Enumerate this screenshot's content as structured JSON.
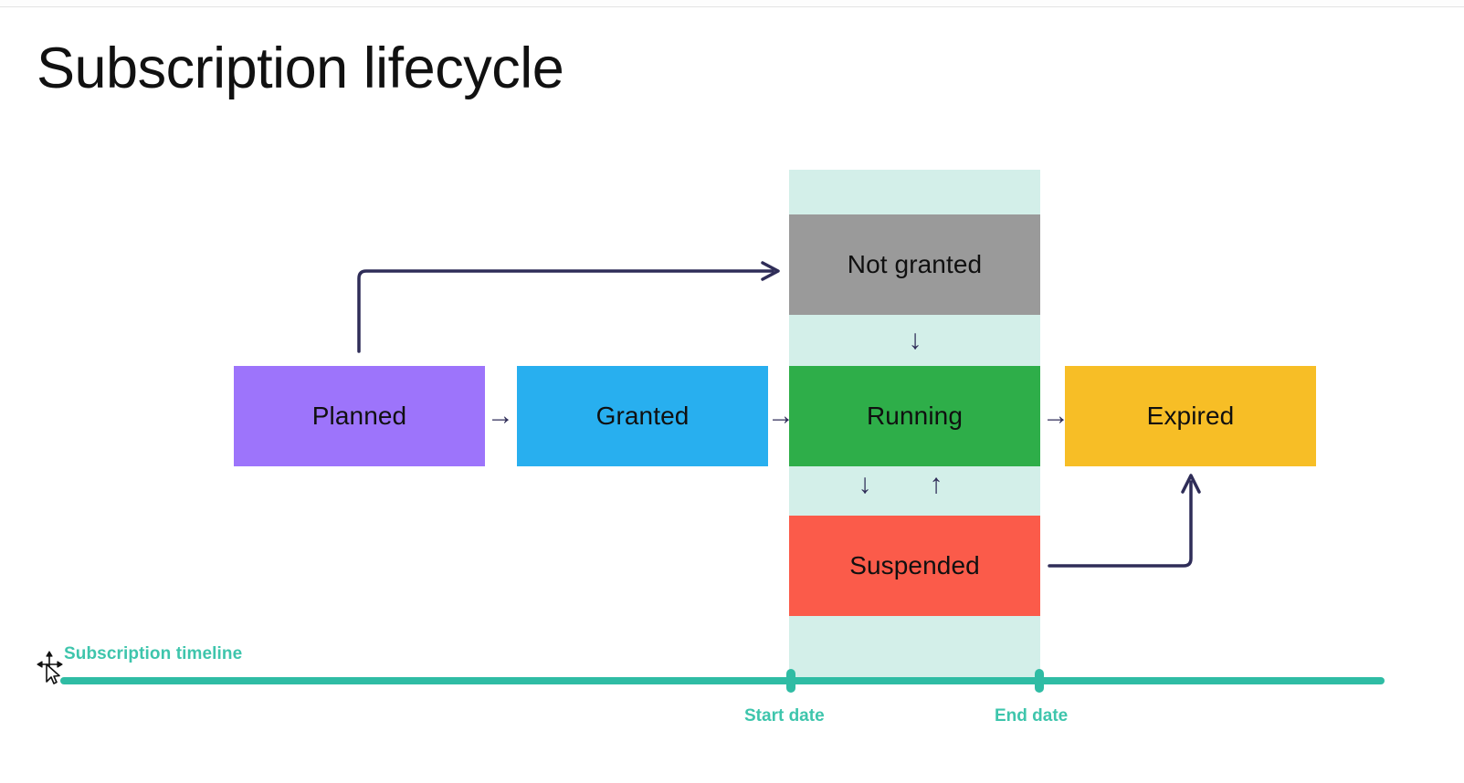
{
  "page": {
    "title": "Subscription lifecycle"
  },
  "diagram": {
    "type": "state-flow",
    "nodes": [
      {
        "id": "planned",
        "label": "Planned",
        "color": "#9d74fb",
        "column": 1,
        "row": "middle"
      },
      {
        "id": "granted",
        "label": "Granted",
        "color": "#28afef",
        "column": 2,
        "row": "middle"
      },
      {
        "id": "not-granted",
        "label": "Not granted",
        "color": "#9a9a9a",
        "column": 3,
        "row": "top"
      },
      {
        "id": "running",
        "label": "Running",
        "color": "#2eae49",
        "column": 3,
        "row": "middle"
      },
      {
        "id": "suspended",
        "label": "Suspended",
        "color": "#fb5b4a",
        "column": 3,
        "row": "bottom"
      },
      {
        "id": "expired",
        "label": "Expired",
        "color": "#f7be26",
        "column": 4,
        "row": "middle"
      }
    ],
    "edges": [
      {
        "from": "planned",
        "to": "granted",
        "glyph": "→",
        "style": "straight"
      },
      {
        "from": "granted",
        "to": "running",
        "glyph": "→",
        "style": "straight"
      },
      {
        "from": "running",
        "to": "expired",
        "glyph": "→",
        "style": "straight"
      },
      {
        "from": "planned",
        "to": "not-granted",
        "glyph": "→",
        "style": "elbow-up-right"
      },
      {
        "from": "not-granted",
        "to": "running",
        "glyph": "↓",
        "style": "straight"
      },
      {
        "from": "running",
        "to": "suspended",
        "glyph": "↓",
        "style": "straight"
      },
      {
        "from": "suspended",
        "to": "running",
        "glyph": "↑",
        "style": "straight"
      },
      {
        "from": "suspended",
        "to": "expired",
        "glyph": "↑",
        "style": "elbow-right-up"
      }
    ],
    "band": {
      "name": "subscription-active-period",
      "color": "#d3efe9"
    },
    "edge_color": "#2f2d58"
  },
  "timeline": {
    "label": "Subscription timeline",
    "color": "#2fbca4",
    "label_color": "#3ec5ac",
    "markers": [
      {
        "id": "start",
        "label": "Start date"
      },
      {
        "id": "end",
        "label": "End date"
      }
    ]
  },
  "cursor": {
    "kind": "move-cursor"
  }
}
